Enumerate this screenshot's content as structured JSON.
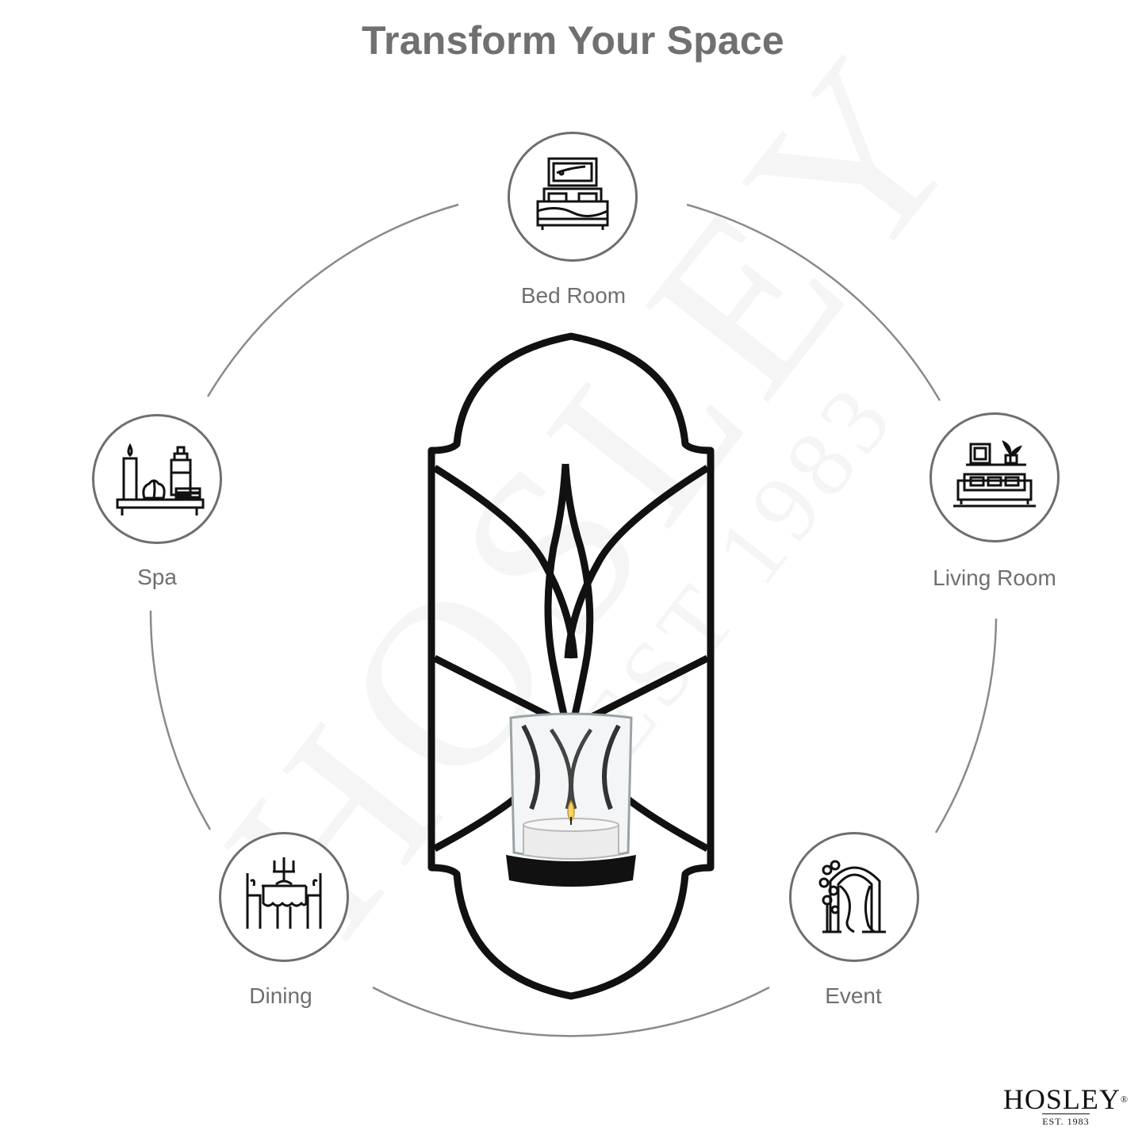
{
  "title": "Transform Your Space",
  "rooms": [
    {
      "label": "Bed Room",
      "icon": "bed-room-icon"
    },
    {
      "label": "Spa",
      "icon": "spa-icon"
    },
    {
      "label": "Living Room",
      "icon": "living-room-icon"
    },
    {
      "label": "Dining",
      "icon": "dining-icon"
    },
    {
      "label": "Event",
      "icon": "event-arch-icon"
    }
  ],
  "brand": {
    "name": "HOSLEY",
    "registered": "®",
    "est": "EST. 1983"
  },
  "colors": {
    "title": "#707070",
    "ring": "#8a8a8a",
    "label": "#6f6f6f",
    "iron": "#111111"
  }
}
